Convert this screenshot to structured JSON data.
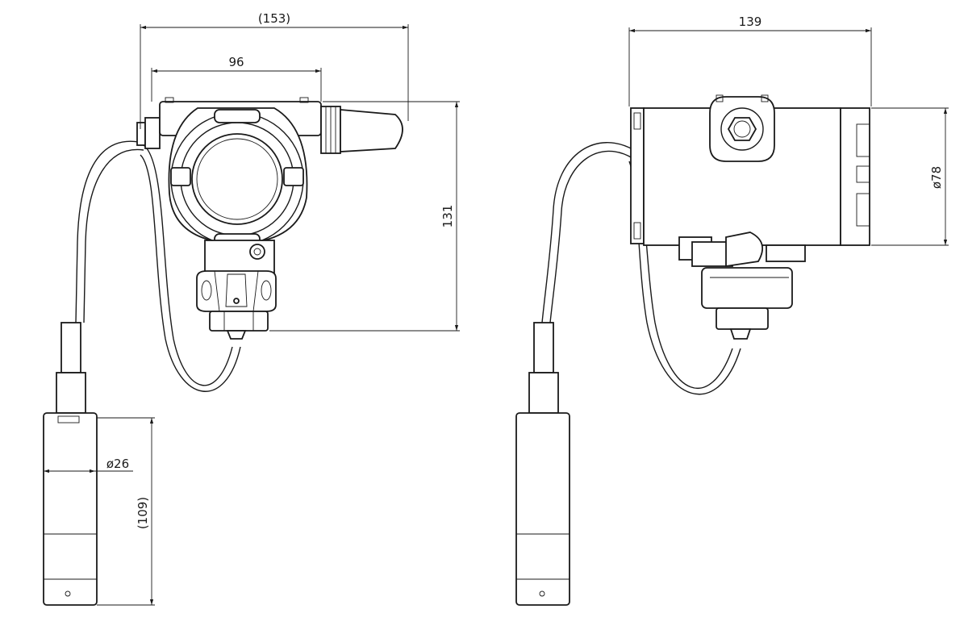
{
  "dimensions": {
    "overall_width_front": "(153)",
    "housing_width_front": "96",
    "height_front": "131",
    "probe_diameter": "ø26",
    "probe_length": "(109)",
    "overall_width_side": "139",
    "housing_diameter_side": "ø78"
  }
}
